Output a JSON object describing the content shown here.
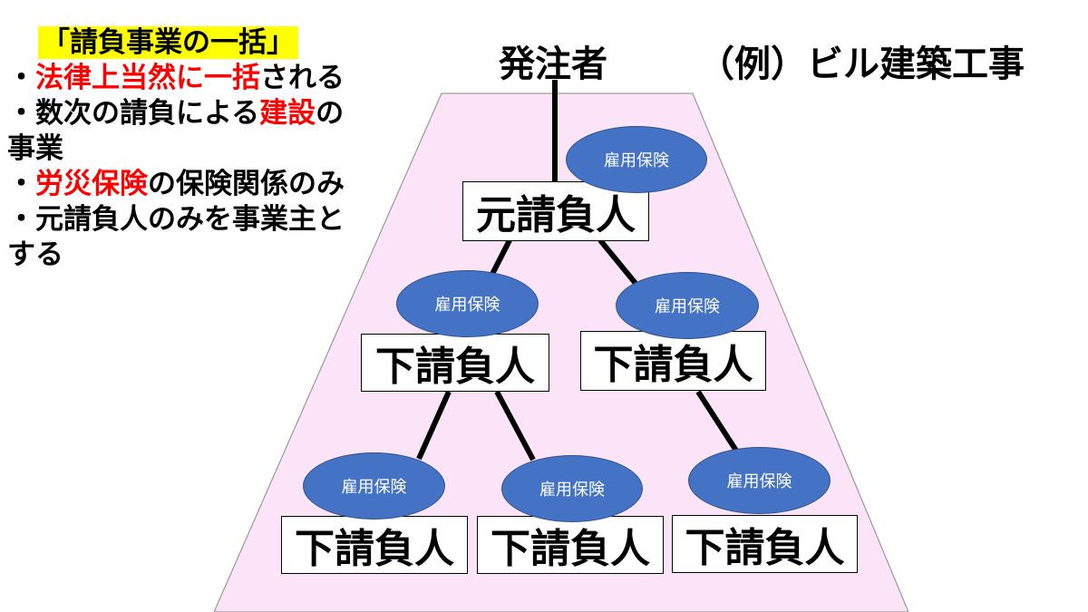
{
  "side_panel": {
    "title": "「請負事業の一括」",
    "bullet1_prefix": "・",
    "bullet1_red": "法律上当然に一括",
    "bullet1_rest": "される",
    "bullet2_prefix": "・数次の請負による",
    "bullet2_red": "建設",
    "bullet2_rest": "の",
    "bullet2_cont": "事業",
    "bullet3_prefix": "・",
    "bullet3_red": "労災保険",
    "bullet3_rest": "の保険関係のみ",
    "bullet4": "・元請負人のみを事業主と",
    "bullet4_cont": "する"
  },
  "diagram": {
    "client": "発注者",
    "example": "（例）ビル建築工事",
    "prime": "元請負人",
    "sub_label": "下請負人",
    "insurance_label": "雇用保険",
    "colors": {
      "trapezoid_fill": "#fce4f8",
      "badge_fill": "#4472c4",
      "highlight": "#ffff00",
      "emphasis": "#ff0000"
    }
  }
}
